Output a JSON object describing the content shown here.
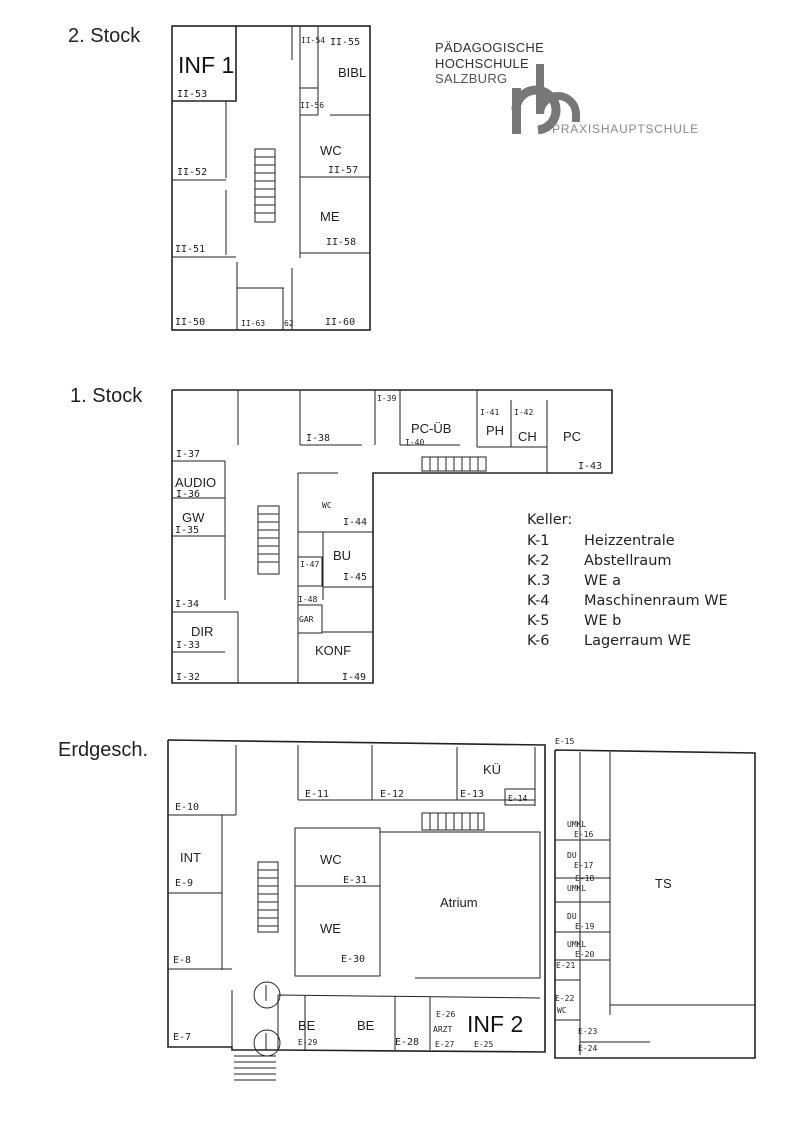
{
  "logo": {
    "line1": "PÄDAGOGISCHE",
    "line2": "HOCHSCHULE",
    "line3": "SALZBURG",
    "mark": "ph",
    "subtitle": "PRAXISHAUPTSCHULE"
  },
  "stock2": {
    "title": "2. Stock",
    "labels": [
      "INF 1",
      "II-53",
      "II-52",
      "II-51",
      "II-50",
      "II-63",
      "62",
      "II-54",
      "II-55",
      "BIBL",
      "II-56",
      "WC",
      "II-57",
      "ME",
      "II-58",
      "II-60"
    ]
  },
  "stock1": {
    "title": "1. Stock",
    "labels": [
      "I-37",
      "AUDIO",
      "I-36",
      "GW",
      "I-35",
      "I-34",
      "DIR",
      "I-33",
      "I-32",
      "I-38",
      "I-39",
      "PC-ÜB",
      "I-40",
      "I-41",
      "PH",
      "I-42",
      "CH",
      "PC",
      "I-43",
      "WC",
      "I-44",
      "BU",
      "I-45",
      "I-47",
      "I-48",
      "GAR",
      "KONF",
      "I-49"
    ]
  },
  "keller": {
    "title": "Keller:",
    "rows": [
      {
        "code": "K-1",
        "name": "Heizzentrale"
      },
      {
        "code": "K-2",
        "name": "Abstellraum"
      },
      {
        "code": "K.3",
        "name": "WE a"
      },
      {
        "code": "K-4",
        "name": "Maschinenraum WE"
      },
      {
        "code": "K-5",
        "name": "WE b"
      },
      {
        "code": "K-6",
        "name": "Lagerraum WE"
      }
    ]
  },
  "eg": {
    "title": "Erdgesch.",
    "labels": [
      "E-10",
      "INT",
      "E-9",
      "E-8",
      "E-7",
      "E-11",
      "E-12",
      "KÜ",
      "E-13",
      "E-14",
      "WC",
      "E-31",
      "WE",
      "E-30",
      "Atrium",
      "BE",
      "E-29",
      "BE",
      "E-28",
      "E-26",
      "ARZT",
      "E-27",
      "INF 2",
      "E-25",
      "E-15",
      "UMKL",
      "E-16",
      "DU",
      "E-17",
      "E-18",
      "UMKL",
      "DU",
      "E-19",
      "UMKL",
      "E-20",
      "E-21",
      "E-22",
      "WC",
      "E-23",
      "E-24",
      "TS"
    ]
  }
}
